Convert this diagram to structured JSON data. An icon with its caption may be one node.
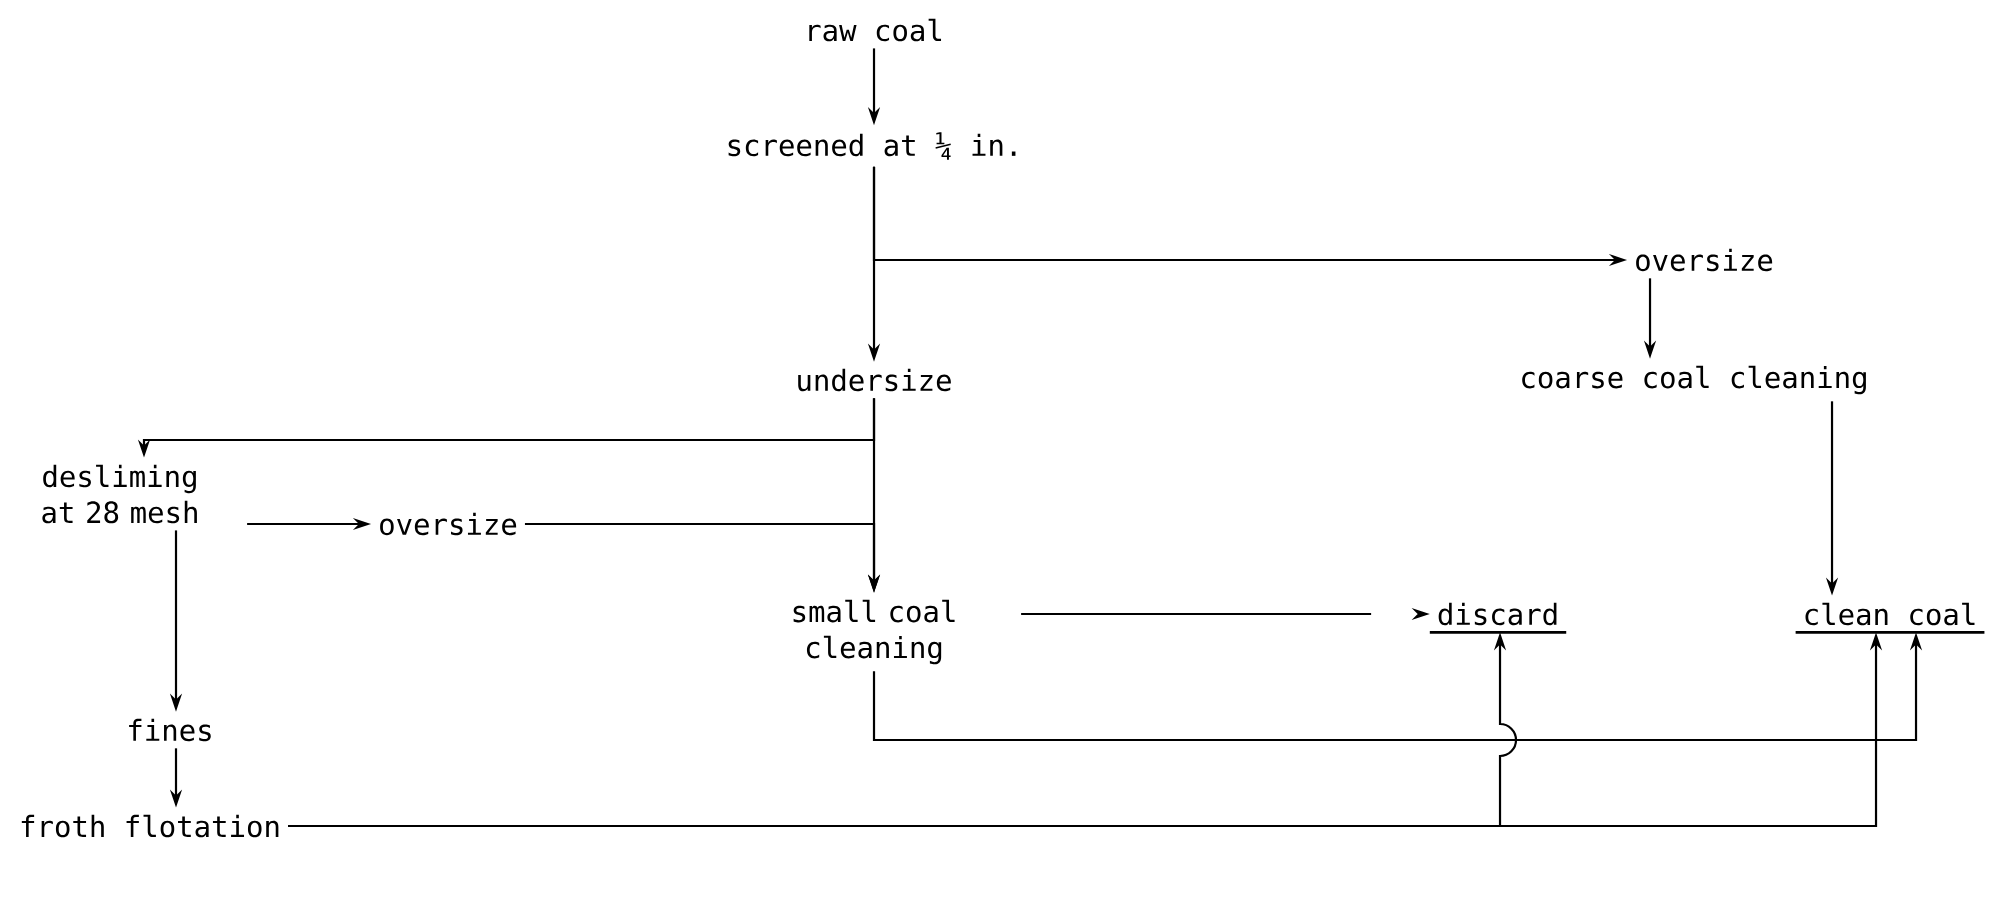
{
  "diagram": {
    "nodes": [
      {
        "text": [
          "raw coal"
        ]
      },
      {
        "text": [
          "screened at ¼ in."
        ]
      },
      {
        "text": [
          "oversize"
        ]
      },
      {
        "text": [
          "undersize"
        ]
      },
      {
        "text": [
          "coarse coal cleaning"
        ]
      },
      {
        "text": [
          "desliming at 28 mesh"
        ]
      },
      {
        "text": [
          "oversize"
        ]
      },
      {
        "text": [
          "small coal cleaning"
        ]
      },
      {
        "text": [
          "discard"
        ]
      },
      {
        "text": [
          "clean coal"
        ]
      },
      {
        "text": [
          "fines"
        ]
      },
      {
        "text": [
          "froth flotation"
        ]
      }
    ],
    "edges": [
      {
        "from": 0,
        "to": 1,
        "arrow": "to"
      },
      {
        "from": 1,
        "to": 2,
        "arrow": "to"
      },
      {
        "from": 1,
        "to": 3,
        "arrow": "to"
      },
      {
        "from": 2,
        "to": 4,
        "arrow": "to"
      },
      {
        "from": 3,
        "to": 5,
        "arrow": "to"
      },
      {
        "from": 3,
        "to": 7,
        "arrow": "to"
      },
      {
        "from": 5,
        "to": 6,
        "arrow": "to"
      },
      {
        "from": 6,
        "to": 7,
        "arrow": "to"
      },
      {
        "from": 7,
        "to": 8,
        "arrow": "to",
        "style": "dashed"
      },
      {
        "from": 4,
        "to": 9,
        "arrow": "to"
      },
      {
        "from": 7,
        "to": 9,
        "arrow": "to"
      },
      {
        "from": 5,
        "to": 10,
        "arrow": "to"
      },
      {
        "from": 10,
        "to": 11,
        "arrow": "to"
      },
      {
        "from": 11,
        "to": 8,
        "arrow": "to"
      },
      {
        "from": 11,
        "to": 9,
        "arrow": "to"
      }
    ]
  }
}
